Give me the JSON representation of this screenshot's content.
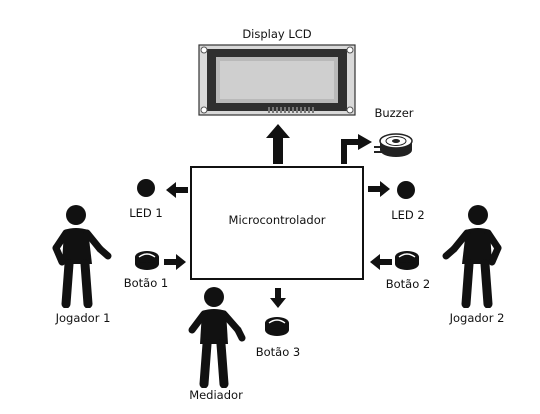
{
  "diagram": {
    "nodes": {
      "lcd": {
        "label": "Display LCD"
      },
      "buzzer": {
        "label": "Buzzer"
      },
      "microcontroller": {
        "label": "Microcontrolador"
      },
      "led1": {
        "label": "LED 1"
      },
      "led2": {
        "label": "LED 2"
      },
      "button1": {
        "label": "Botão 1"
      },
      "button2": {
        "label": "Botão 2"
      },
      "button3": {
        "label": "Botão 3"
      },
      "player1": {
        "label": "Jogador 1"
      },
      "player2": {
        "label": "Jogador 2"
      },
      "mediator": {
        "label": "Mediador"
      }
    },
    "connections": [
      {
        "from": "microcontroller",
        "to": "lcd"
      },
      {
        "from": "microcontroller",
        "to": "buzzer"
      },
      {
        "from": "microcontroller",
        "to": "led1"
      },
      {
        "from": "microcontroller",
        "to": "led2"
      },
      {
        "from": "button1",
        "to": "microcontroller"
      },
      {
        "from": "button2",
        "to": "microcontroller"
      },
      {
        "from": "microcontroller",
        "to": "button3"
      }
    ]
  }
}
